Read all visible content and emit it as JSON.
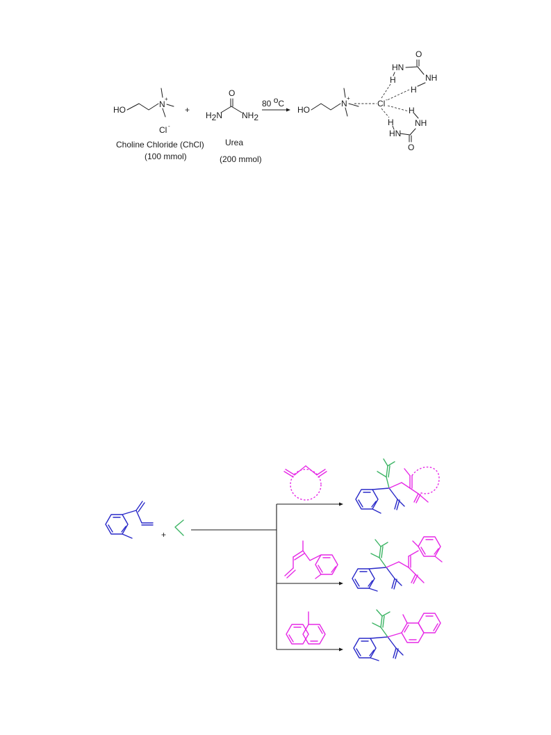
{
  "reaction_top": {
    "reactant1_ho": "HO",
    "reactant1_n": "N",
    "reactant1_plus": "+",
    "reactant1_counterion": "Cl",
    "reactant1_counterion_charge": "-",
    "reactant1_name": "Choline  Chloride (ChCl)",
    "reactant1_amount": "(100 mmol)",
    "plus_sign": "+",
    "urea_o": "O",
    "urea_h2n": "H",
    "urea_h2n_sub": "2",
    "urea_h2n_n": "N",
    "urea_nh2": "NH",
    "urea_nh2_sub": "2",
    "reactant2_name": "Urea",
    "reactant2_amount": "(200 mmol)",
    "condition": "80 ",
    "condition_deg": "o",
    "condition_unit": "C",
    "product_ho": "HO",
    "product_n": "N",
    "product_plus": "+",
    "product_cl": "Cl",
    "product_cl_charge": "-",
    "urea_top_o": "O",
    "urea_top_hn": "HN",
    "urea_top_h": "H",
    "urea_top_nh": "NH",
    "urea_top_h2": "H",
    "urea_bot_h": "H",
    "urea_bot_h2": "H",
    "urea_bot_nh": "NH",
    "urea_bot_hn": "HN",
    "urea_bot_o": "O"
  },
  "scheme_bottom": {
    "plus_sign": "+",
    "colors": {
      "core": "#2828c8",
      "partner": "#e628e6",
      "green": "#3cb464"
    }
  }
}
